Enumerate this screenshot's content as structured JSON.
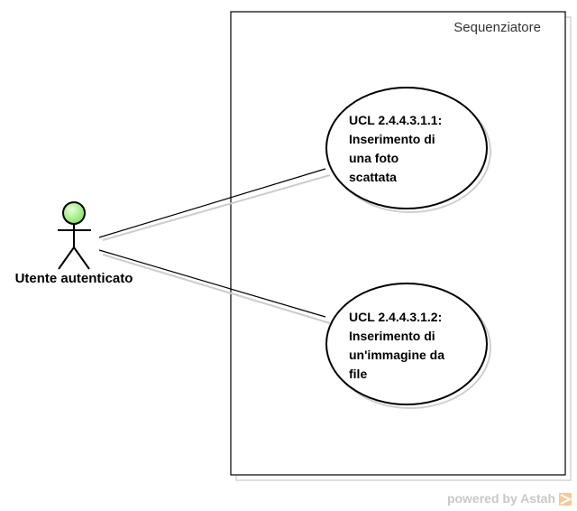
{
  "system": {
    "name": "Sequenziatore"
  },
  "actor": {
    "name": "Utente autenticato",
    "head_color": "#a8f08c"
  },
  "use_cases": [
    {
      "lines": [
        "UCL 2.4.4.3.1.1:",
        "Inserimento di",
        "una foto",
        "scattata"
      ]
    },
    {
      "lines": [
        "UCL 2.4.4.3.1.2:",
        "Inserimento di",
        "un'immagine da",
        "file"
      ]
    }
  ],
  "footer": {
    "text": "powered by Astah",
    "icon": "astah-logo-icon"
  }
}
